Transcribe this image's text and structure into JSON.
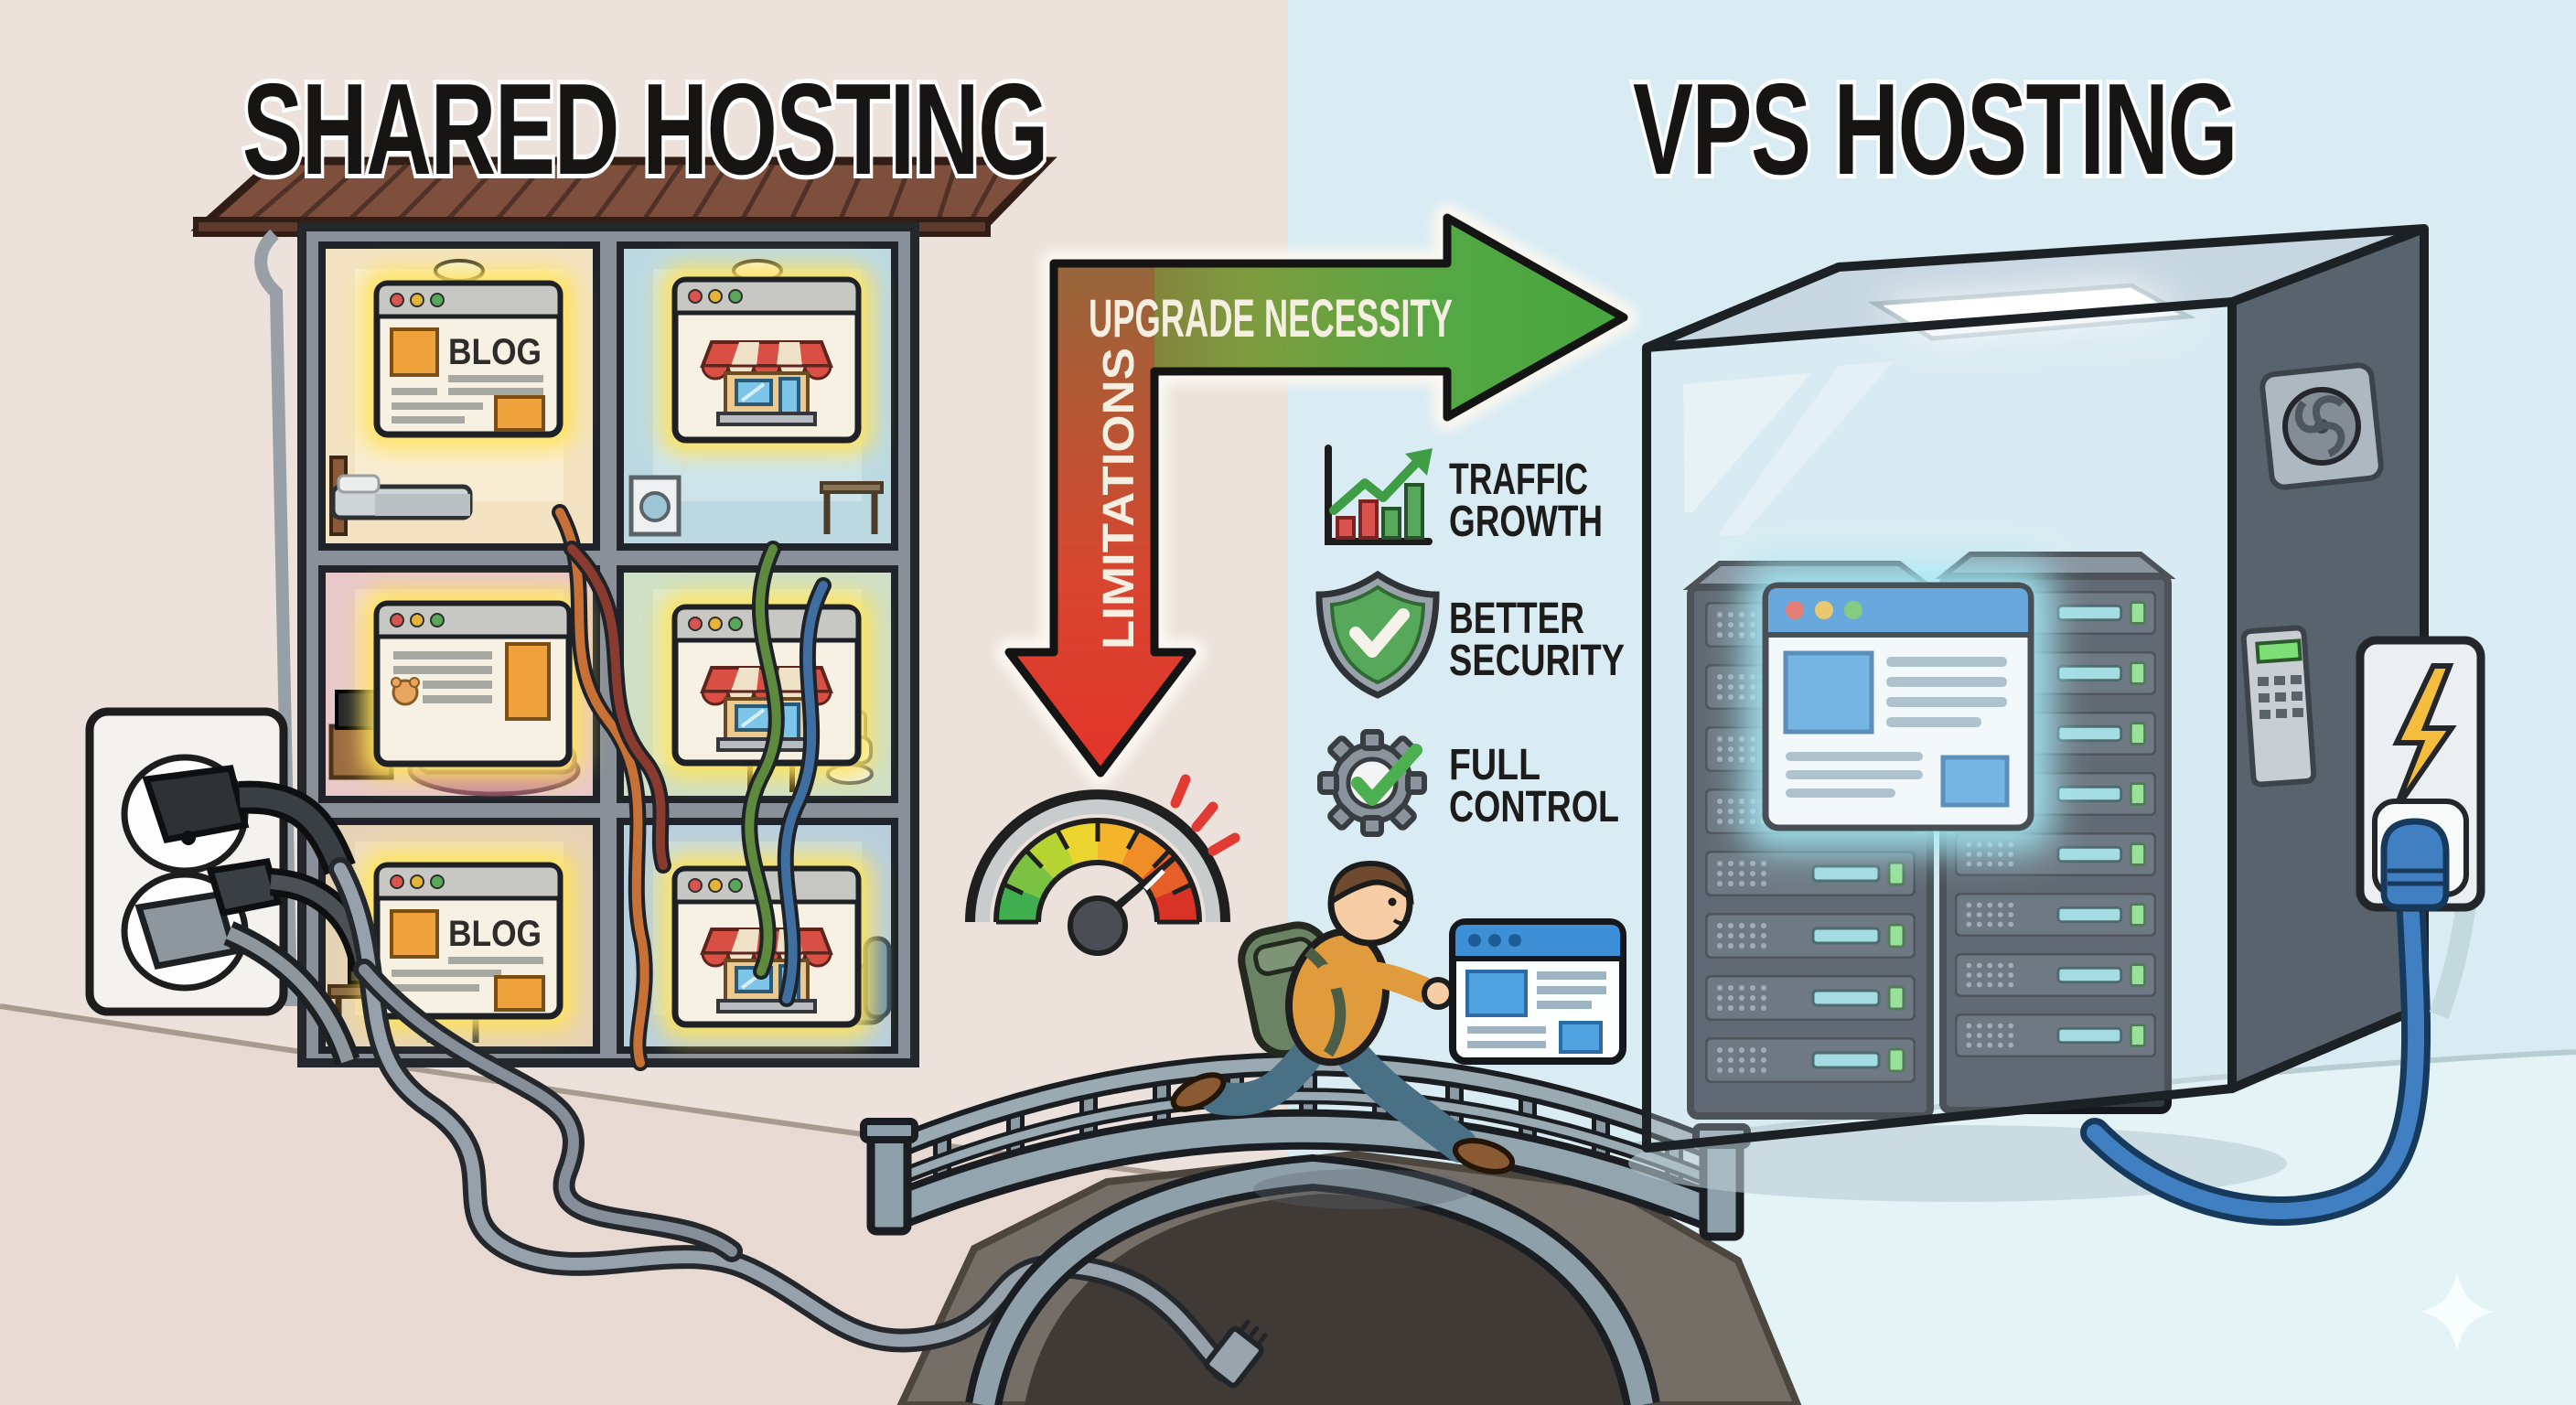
{
  "illustration": {
    "left_panel": {
      "title": "SHARED HOSTING",
      "blog_window_top_label": "BLOG",
      "blog_window_bottom_label": "BLOG"
    },
    "right_panel": {
      "title": "VPS HOSTING"
    },
    "center": {
      "upgrade_arrow_label": "UPGRADE NECESSITY",
      "limitations_arrow_label": "LIMITATIONS",
      "benefits": [
        {
          "icon": "traffic-growth-chart-icon",
          "line1": "TRAFFIC",
          "line2": "GROWTH"
        },
        {
          "icon": "better-security-shield-icon",
          "line1": "BETTER",
          "line2": "SECURITY"
        },
        {
          "icon": "full-control-gear-icon",
          "line1": "FULL",
          "line2": "CONTROL"
        }
      ]
    },
    "colors": {
      "left_background": "#ece1db",
      "right_background": "#d9ecf3",
      "upgrade_green": "#46a63e",
      "limitations_red": "#e23428",
      "window_glow_yellow": "#ffe35a",
      "vps_glow_cyan": "#8ee9f7",
      "cable_blue": "#3f7fc2",
      "gauge_needle_gray": "#4a4e54"
    }
  }
}
